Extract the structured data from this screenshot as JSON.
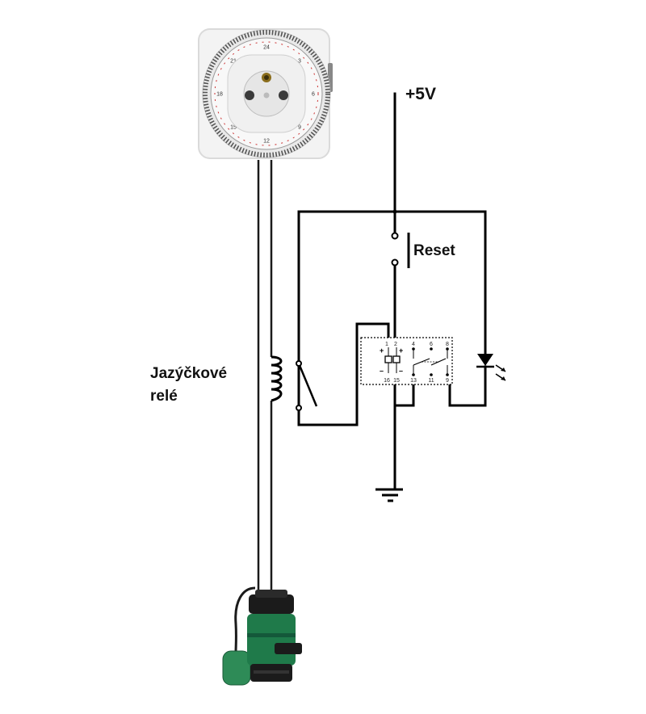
{
  "labels": {
    "supply": "+5V",
    "reset": "Reset",
    "reed_relay_line1": "Jazýčkové",
    "reed_relay_line2": "relé"
  },
  "relay_pins": {
    "top": [
      "1",
      "2",
      "4",
      "6",
      "8"
    ],
    "bottom": [
      "16",
      "15",
      "13",
      "11",
      "9"
    ]
  },
  "timer_dial_numbers": [
    "24",
    "3",
    "6",
    "9",
    "12",
    "15",
    "18",
    "21"
  ],
  "colors": {
    "wire": "#000000",
    "timer_body": "#f2f2f2",
    "pump_green": "#1f7a4a",
    "pump_black": "#1b1b1b",
    "float_green": "#2e8b57"
  }
}
